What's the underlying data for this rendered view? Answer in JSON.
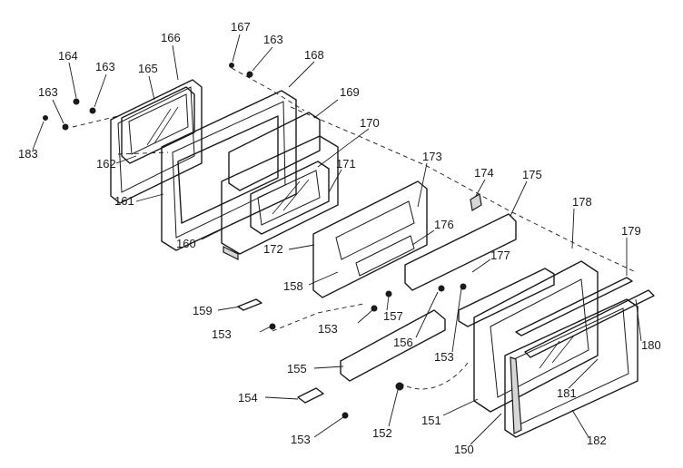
{
  "callouts": [
    {
      "id": "c164",
      "text": "164"
    },
    {
      "id": "c163a",
      "text": "163"
    },
    {
      "id": "c166",
      "text": "166"
    },
    {
      "id": "c167",
      "text": "167"
    },
    {
      "id": "c163b",
      "text": "163"
    },
    {
      "id": "c168",
      "text": "168"
    },
    {
      "id": "c165",
      "text": "165"
    },
    {
      "id": "c163c",
      "text": "163"
    },
    {
      "id": "c169",
      "text": "169"
    },
    {
      "id": "c183",
      "text": "183"
    },
    {
      "id": "c162",
      "text": "162"
    },
    {
      "id": "c170",
      "text": "170"
    },
    {
      "id": "c171",
      "text": "171"
    },
    {
      "id": "c173",
      "text": "173"
    },
    {
      "id": "c174",
      "text": "174"
    },
    {
      "id": "c175",
      "text": "175"
    },
    {
      "id": "c161",
      "text": "161"
    },
    {
      "id": "c178",
      "text": "178"
    },
    {
      "id": "c176",
      "text": "176"
    },
    {
      "id": "c179",
      "text": "179"
    },
    {
      "id": "c172",
      "text": "172"
    },
    {
      "id": "c177",
      "text": "177"
    },
    {
      "id": "c160",
      "text": "160"
    },
    {
      "id": "c158",
      "text": "158"
    },
    {
      "id": "c159",
      "text": "159"
    },
    {
      "id": "c157",
      "text": "157"
    },
    {
      "id": "c153a",
      "text": "153"
    },
    {
      "id": "c153b",
      "text": "153"
    },
    {
      "id": "c156",
      "text": "156"
    },
    {
      "id": "c153c",
      "text": "153"
    },
    {
      "id": "c180",
      "text": "180"
    },
    {
      "id": "c155",
      "text": "155"
    },
    {
      "id": "c181",
      "text": "181"
    },
    {
      "id": "c154",
      "text": "154"
    },
    {
      "id": "c151",
      "text": "151"
    },
    {
      "id": "c152",
      "text": "152"
    },
    {
      "id": "c153d",
      "text": "153"
    },
    {
      "id": "c182",
      "text": "182"
    },
    {
      "id": "c150",
      "text": "150"
    }
  ]
}
